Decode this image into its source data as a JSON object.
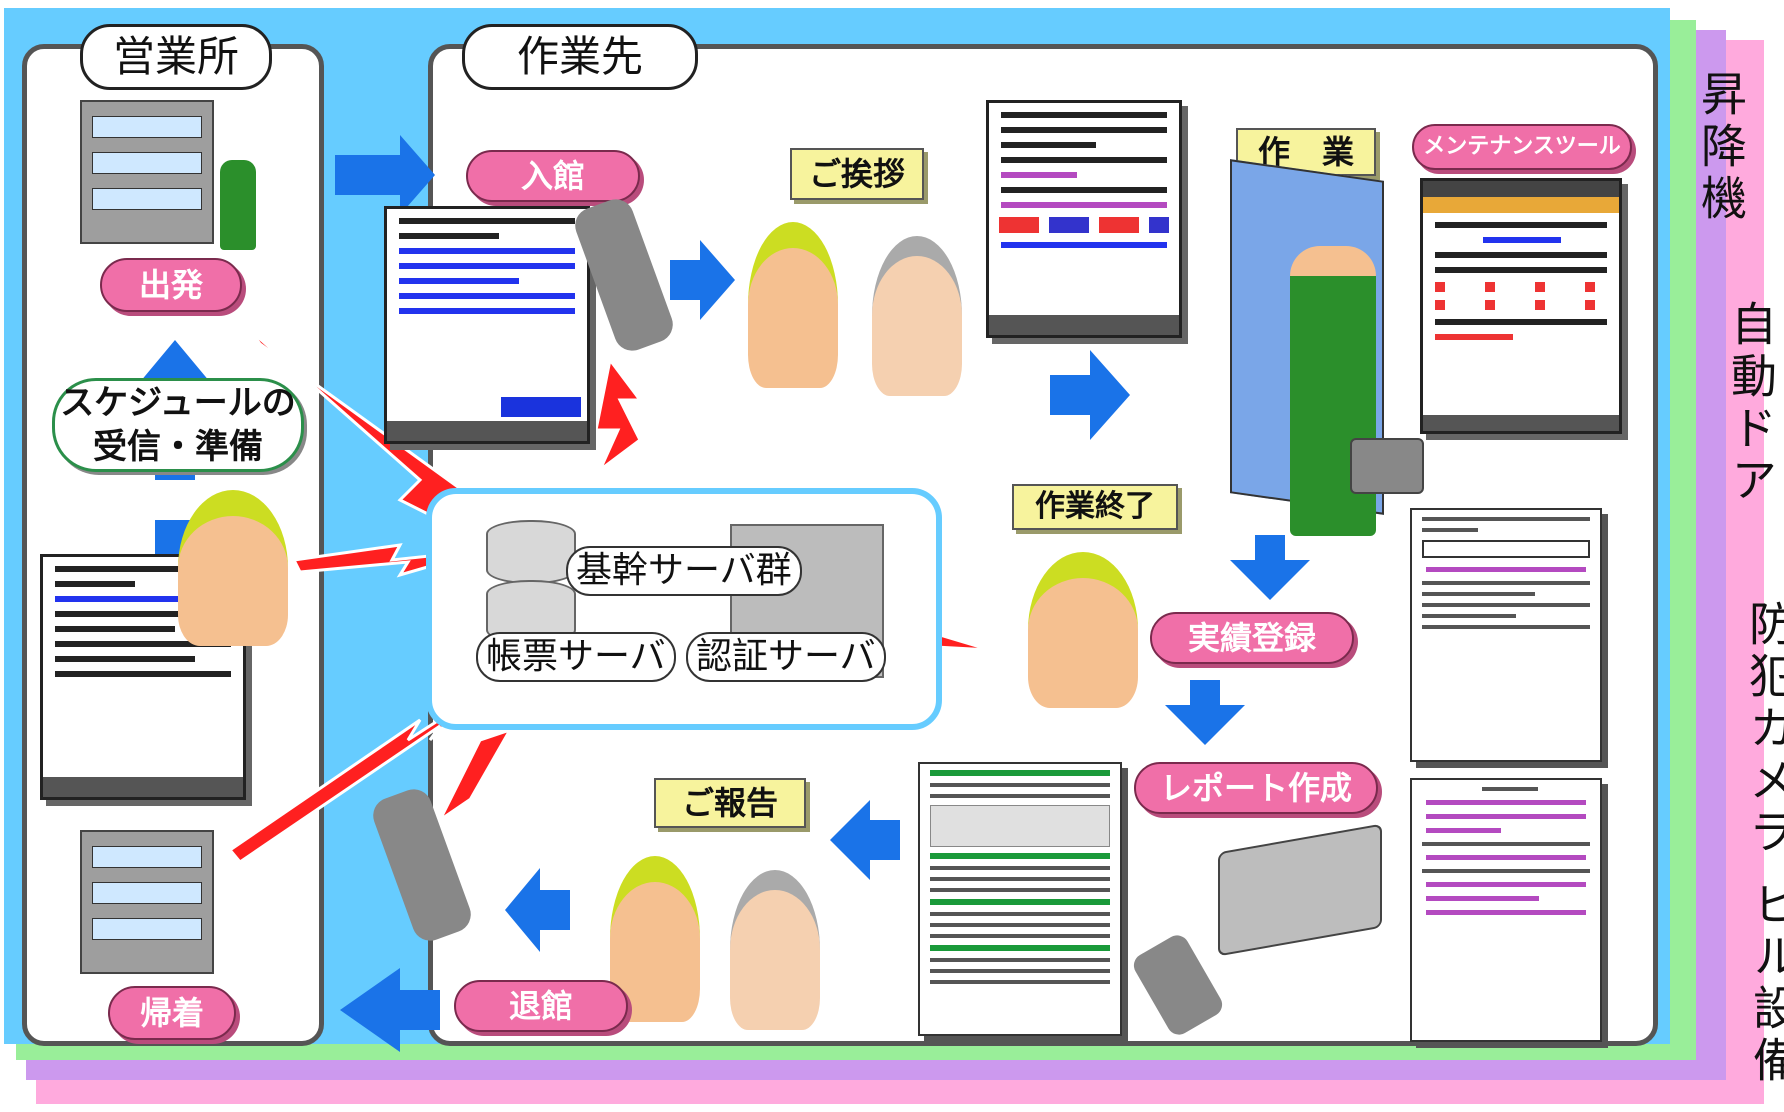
{
  "categories": [
    "昇降機",
    "自動ドア",
    "防犯カメラ",
    "ビル設備"
  ],
  "colors": {
    "blue_tab": "#66ccff",
    "green_tab": "#99ee99",
    "purple_tab": "#cc99ee",
    "pink_tab": "#ffaadd",
    "pill": "#f06fa8",
    "arrow": "#1a73e8",
    "bolt": "#ff2020"
  },
  "sections": {
    "office": "営業所",
    "site": "作業先"
  },
  "steps": {
    "depart": "出発",
    "schedule_line1": "スケジュールの",
    "schedule_line2": "受信・準備",
    "return": "帰着",
    "enter": "入館",
    "greeting": "ご挨拶",
    "work": "作　業",
    "tool": "メンテナンスツール",
    "work_done": "作業終了",
    "record": "実績登録",
    "report_make": "レポート作成",
    "report": "ご報告",
    "leave": "退館"
  },
  "servers": {
    "core": "基幹サーバ群",
    "form": "帳票サーバ",
    "auth": "認証サーバ"
  }
}
